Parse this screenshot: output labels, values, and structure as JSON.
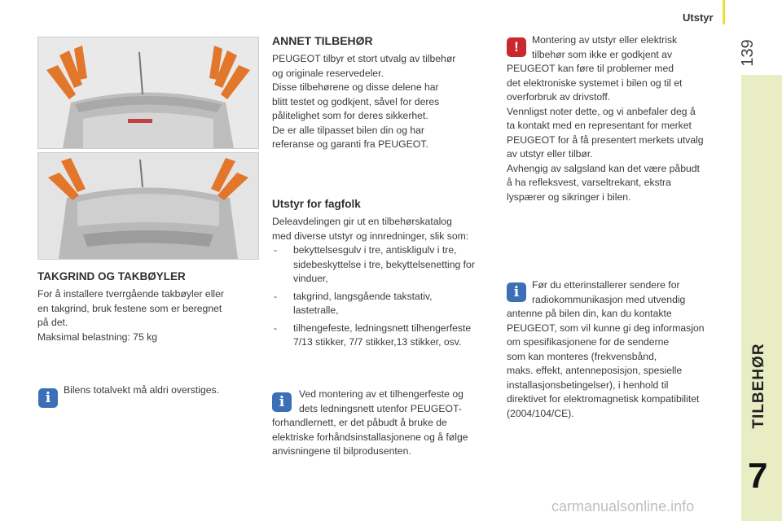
{
  "header": {
    "section": "Utstyr",
    "page_number": "139"
  },
  "side_tab": {
    "chapter_label": "TILBEHØR",
    "chapter_number": "7"
  },
  "watermark": "carmanualsonline.info",
  "left": {
    "title": "TAKGRIND OG TAKBØYLER",
    "body": [
      "For å installere tverrgående takbøyler eller",
      "en takgrind, bruk festene som er beregnet",
      "på det.",
      "Maksimal belastning: 75 kg"
    ],
    "info": "Bilens totalvekt må aldri overstiges."
  },
  "middle": {
    "title": "ANNET TILBEHØR",
    "body": [
      "PEUGEOT tilbyr et stort utvalg av tilbehør",
      "og originale reservedeler.",
      "Disse tilbehørene og disse delene har",
      "blitt testet og godkjent, såvel for deres",
      "pålitelighet som for deres sikkerhet.",
      "De er alle tilpasset bilen din og har",
      "referanse og garanti fra PEUGEOT."
    ],
    "subtitle": "Utstyr for fagfolk",
    "intro": [
      "Deleavdelingen gir ut en tilbehørskatalog",
      "med diverse utstyr og innredninger, slik som:"
    ],
    "items": [
      [
        "bekyttelsesgulv i tre, antiskligulv i tre,",
        "sidebeskyttelse i tre, bekyttelsenetting for",
        "vinduer,"
      ],
      [
        "takgrind, langsgående takstativ,",
        "lastetralle,"
      ],
      [
        "tilhengefeste, ledningsnett tilhengerfeste",
        "7/13 stikker, 7/7 stikker,13 stikker, osv."
      ]
    ],
    "info": [
      "Ved montering av et tilhengerfeste og",
      "dets ledningsnett utenfor PEUGEOT-",
      "forhandlernett, er det påbudt å bruke de",
      "elektriske forhåndsinstallasjonene og å følge",
      "anvisningene til bilprodusenten."
    ]
  },
  "right": {
    "warning": [
      "Montering av utstyr eller elektrisk",
      "tilbehør som ikke er godkjent av",
      "PEUGEOT kan føre til problemer med",
      "det elektroniske systemet i bilen og til et",
      "overforbruk av drivstoff.",
      "Vennligst noter dette, og vi anbefaler deg å",
      "ta kontakt med en representant for merket",
      "PEUGEOT for å få presentert merkets utvalg",
      "av utstyr eller tilbør.",
      "Avhengig av salgsland kan det være påbudt",
      "å ha refleksvest, varseltrekant, ekstra",
      "lyspærer og sikringer i bilen."
    ],
    "info": [
      "Før du etterinstallerer sendere for",
      "radiokommunikasjon med utvendig",
      "antenne på bilen din, kan du kontakte",
      "PEUGEOT, som vil kunne gi deg informasjon",
      "om spesifikasjonene for de senderne",
      "som kan monteres (frekvensbånd,",
      "maks. effekt, antenneposisjon, spesielle",
      "installasjonsbetingelser), i henhold til",
      "direktivet for elektromagnetisk kompatibilitet",
      "(2004/104/CE)."
    ]
  },
  "colors": {
    "accent_yellow": "#e8e233",
    "tab_green": "#e9edc3",
    "info_blue": "#3d6fb6",
    "warning_red": "#c8282e",
    "arrow_orange": "#e2762a"
  },
  "icons": {
    "info": "info-icon",
    "warning": "warning-exclamation-icon"
  }
}
